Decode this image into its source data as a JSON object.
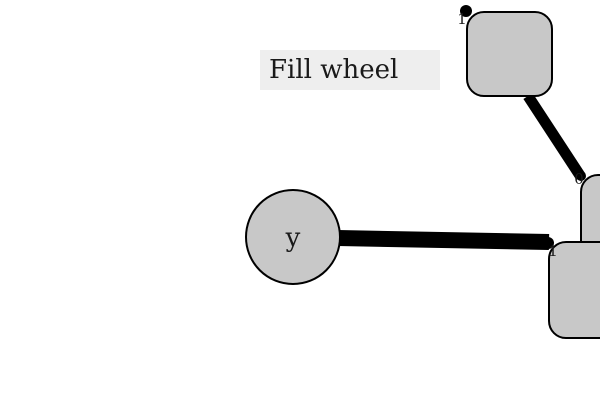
{
  "caption": {
    "text": "Fill wheel",
    "background": "#eeeeee"
  },
  "nodes": {
    "y": {
      "label": "y",
      "shape": "circle"
    },
    "top_box": {
      "label": "",
      "shape": "rounded-rect"
    },
    "right_box": {
      "label": "",
      "shape": "rounded-rect"
    },
    "lower_box": {
      "label": "",
      "shape": "rounded-rect"
    }
  },
  "ports": {
    "top_box_in": "1",
    "right_box_in": "0",
    "lower_box_in": "1"
  },
  "edges": [
    {
      "from": "y",
      "to": "lower_box"
    },
    {
      "from": "top_box",
      "to": "right_box"
    }
  ],
  "colors": {
    "node_fill": "#c8c8c8",
    "node_stroke": "#000000",
    "edge": "#000000",
    "background": "#ffffff"
  }
}
